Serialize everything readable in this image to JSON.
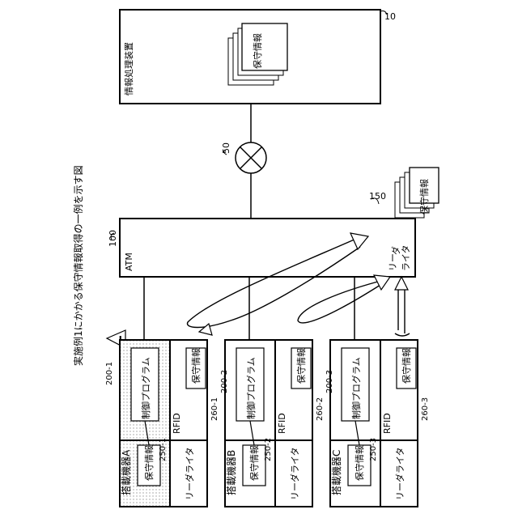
{
  "figure": {
    "caption": "実施例1にかかる保守情報取得の一例を示す図"
  },
  "info_processor": {
    "label": "情報処理装置",
    "ref": "10",
    "doc_label": "保守情報"
  },
  "network": {
    "ref": "50"
  },
  "atm": {
    "label": "ATM",
    "ref": "100"
  },
  "reader_writer_main": {
    "label_line1": "リー",
    "label_line2": "ダ",
    "label_line3": "ライタ",
    "ref": "150"
  },
  "atm_docs": {
    "doc_label": "保守情報"
  },
  "alert": {
    "symbol": "!"
  },
  "units": [
    {
      "ref": "200-1",
      "device_label": "搭載機器A",
      "device_info": "保守情報",
      "rw_label": "リーダライタ",
      "rw_ref": "250-1",
      "program_label": "制御プログラム",
      "rfid_label": "RFID",
      "rfid_ref": "260-1",
      "rfid_info": "保守情報"
    },
    {
      "ref": "200-2",
      "device_label": "搭載機器B",
      "device_info": "保守情報",
      "rw_label": "リーダライタ",
      "rw_ref": "250-2",
      "program_label": "制御プログラム",
      "rfid_label": "RFID",
      "rfid_ref": "260-2",
      "rfid_info": "保守情報"
    },
    {
      "ref": "200-3",
      "device_label": "搭載機器C",
      "device_info": "保守情報",
      "rw_label": "リーダライタ",
      "rw_ref": "250-3",
      "program_label": "制御プログラム",
      "rfid_label": "RFID",
      "rfid_ref": "260-3",
      "rfid_info": "保守情報"
    }
  ]
}
